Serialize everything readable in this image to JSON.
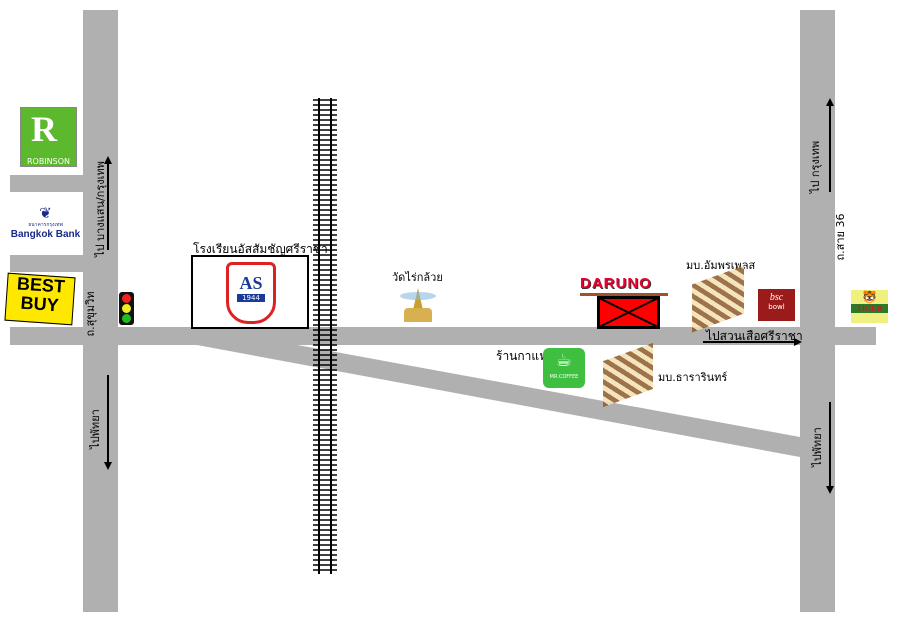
{
  "roads": {
    "sukhumvit": "ถ.สุขุมวิท",
    "left_north": "ไป บางแสน/กรุงเทพ",
    "left_south": "ไปพัทยา",
    "route36": "ถ.สาย 36",
    "right_north": "ไป กรุงเทพ",
    "right_south": "ไปพัทยา",
    "east": "ไปสวนเสือศรีราชา"
  },
  "landmarks": {
    "robinson": "ROBINSON",
    "bangkok_bank_thai": "ธนาคารกรุงเทพ",
    "bangkok_bank": "Bangkok Bank",
    "best_buy_1": "BEST",
    "best_buy_2": "BUY",
    "school": "โรงเรียนอัสสัมชัญศรีราชา",
    "school_year": "1944",
    "temple": "วัดไร่กล้วย",
    "daruno": "DARUNO",
    "village1": "มบ.อัมพรเพลส",
    "village2": "มบ.ธารารินทร์",
    "coffee_shop": "ร้านกาแฟ",
    "coffee_logo": "MR.COFFEE",
    "bsc_1": "bsc",
    "bsc_2": "bowl",
    "tiger": "TIGER"
  },
  "colors": {
    "road": "#b0b0b0",
    "marker": "#ff0000",
    "coffee": "#3fbf3f",
    "bsc": "#9b1b1b"
  }
}
